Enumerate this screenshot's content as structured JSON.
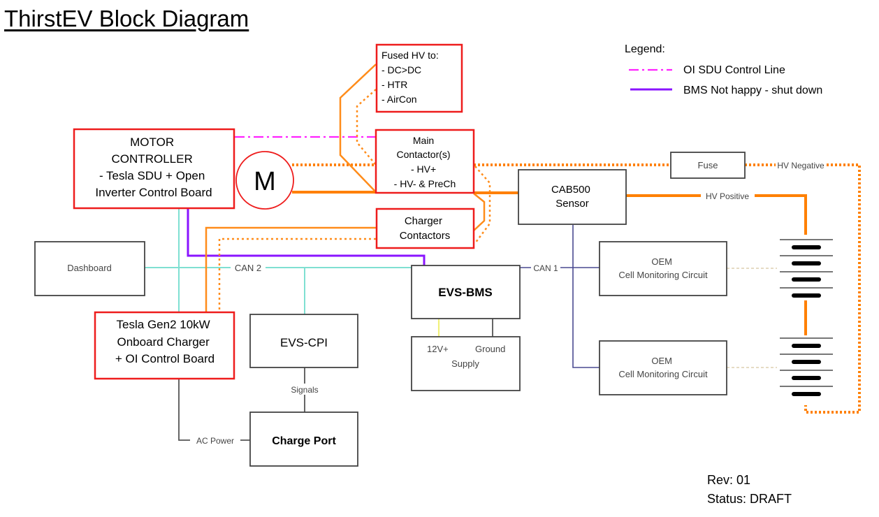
{
  "title": "ThirstEV Block Diagram",
  "legend": {
    "heading": "Legend:",
    "items": [
      {
        "label": "OI SDU Control Line",
        "color": "#ff22ff",
        "style": "dash-dot"
      },
      {
        "label": "BMS Not happy - shut down",
        "color": "#8a14ff",
        "style": "solid"
      }
    ]
  },
  "blocks": {
    "fused_hv": {
      "lines": [
        "Fused HV to:",
        " - DC>DC",
        " - HTR",
        " - AirCon"
      ]
    },
    "motor_controller": {
      "lines": [
        "MOTOR",
        "CONTROLLER",
        "- Tesla SDU + Open",
        "Inverter Control Board"
      ]
    },
    "motor": {
      "label": "M"
    },
    "main_contactors": {
      "lines": [
        "Main",
        "Contactor(s)",
        "- HV+",
        "- HV- & PreCh"
      ]
    },
    "charger_contactors": {
      "lines": [
        "Charger",
        "Contactors"
      ]
    },
    "fuse": {
      "label": "Fuse"
    },
    "cab500": {
      "lines": [
        "CAB500",
        "Sensor"
      ]
    },
    "dashboard": {
      "label": "Dashboard"
    },
    "evs_bms": {
      "label": "EVS-BMS"
    },
    "oem_cmc_1": {
      "lines": [
        "OEM",
        "Cell Monitoring Circuit"
      ]
    },
    "oem_cmc_2": {
      "lines": [
        "OEM",
        "Cell Monitoring Circuit"
      ]
    },
    "supply": {
      "v12": "12V+",
      "ground": "Ground",
      "label": "Supply"
    },
    "onboard_charger": {
      "lines": [
        "Tesla Gen2 10kW",
        "Onboard Charger",
        "+ OI Control Board"
      ]
    },
    "evs_cpi": {
      "label": "EVS-CPI"
    },
    "charge_port": {
      "label": "Charge Port"
    }
  },
  "connection_labels": {
    "hv_negative": "HV Negative",
    "hv_positive": "HV Positive",
    "can2": "CAN 2",
    "can1": "CAN 1",
    "signals": "Signals",
    "ac_power": "AC Power"
  },
  "footer": {
    "rev": "Rev: 01",
    "status": "Status: DRAFT"
  },
  "colors": {
    "hv": "#ff8000",
    "can": "#7fe0d2",
    "red_border": "#ee1c1c",
    "bms_shutdown": "#8a14ff",
    "sdu_control": "#ff22ff"
  }
}
